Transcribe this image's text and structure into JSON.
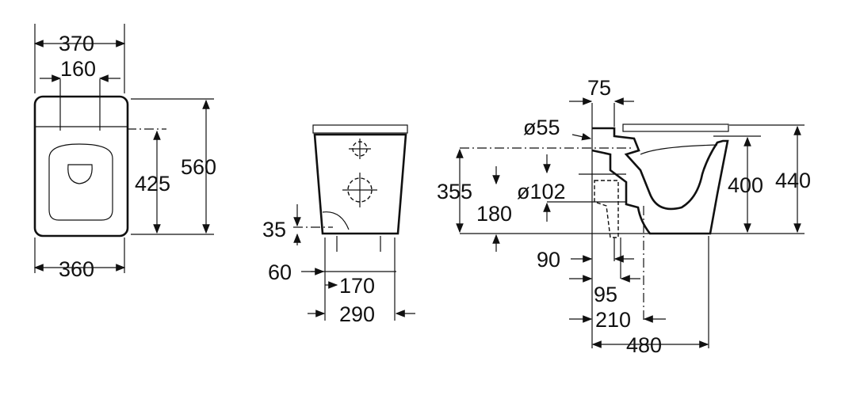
{
  "top_view": {
    "width_top": "370",
    "hole_spacing": "160",
    "height_total": "560",
    "hole_depth": "425",
    "width_bottom": "360"
  },
  "front_view": {
    "inlet_height": "35",
    "fix_offset": "60",
    "fix_spacing": "170",
    "width": "290"
  },
  "side_view": {
    "inlet_offset": "75",
    "inlet_diameter": "ø55",
    "inlet_height": "355",
    "outlet_diameter": "ø102",
    "outlet_height": "180",
    "bowl_height": "400",
    "total_height": "440",
    "outlet_min": "90",
    "outlet_mid": "95",
    "outlet_max": "210",
    "depth": "480"
  }
}
